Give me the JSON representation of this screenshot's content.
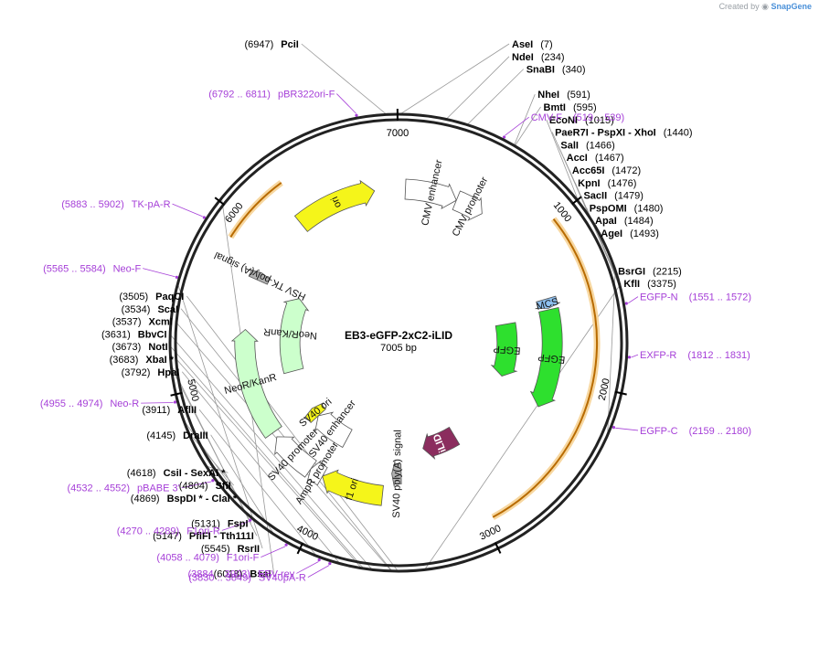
{
  "credit": {
    "prefix": "Created by",
    "brand": "SnapGene"
  },
  "plasmid": {
    "name": "EB3-eGFP-2xC2-iLID",
    "length_label": "7005 bp",
    "length": 7005
  },
  "ticks": [
    {
      "pos": 1000,
      "label": "1000"
    },
    {
      "pos": 2000,
      "label": "2000"
    },
    {
      "pos": 3000,
      "label": "3000"
    },
    {
      "pos": 4000,
      "label": "4000"
    },
    {
      "pos": 5000,
      "label": "5000"
    },
    {
      "pos": 6000,
      "label": "6000"
    },
    {
      "pos": 7000,
      "label": "7000"
    }
  ],
  "enzymes": [
    {
      "name": "PciI",
      "pos": "(6947)",
      "p": 6947,
      "side": "left",
      "row": 0
    },
    {
      "name": "AseI",
      "pos": "(7)",
      "p": 7,
      "side": "right",
      "row": 0
    },
    {
      "name": "NdeI",
      "pos": "(234)",
      "p": 234,
      "side": "right",
      "row": 1
    },
    {
      "name": "SnaBI",
      "pos": "(340)",
      "p": 340,
      "side": "right",
      "row": 2
    },
    {
      "name": "NheI",
      "pos": "(591)",
      "p": 591,
      "side": "right",
      "row": 4
    },
    {
      "name": "BmtI",
      "pos": "(595)",
      "p": 595,
      "side": "right",
      "row": 5
    },
    {
      "name": "EcoNI",
      "pos": "(1015)",
      "p": 1015,
      "side": "right",
      "row": 6
    },
    {
      "name": "PaeR7I  - PspXI  - XhoI",
      "pos": "(1440)",
      "p": 1440,
      "side": "right",
      "row": 7
    },
    {
      "name": "SalI",
      "pos": "(1466)",
      "p": 1466,
      "side": "right",
      "row": 8
    },
    {
      "name": "AccI",
      "pos": "(1467)",
      "p": 1467,
      "side": "right",
      "row": 9
    },
    {
      "name": "Acc65I",
      "pos": "(1472)",
      "p": 1472,
      "side": "right",
      "row": 10
    },
    {
      "name": "KpnI",
      "pos": "(1476)",
      "p": 1476,
      "side": "right",
      "row": 11
    },
    {
      "name": "SacII",
      "pos": "(1479)",
      "p": 1479,
      "side": "right",
      "row": 12
    },
    {
      "name": "PspOMI",
      "pos": "(1480)",
      "p": 1480,
      "side": "right",
      "row": 13
    },
    {
      "name": "ApaI",
      "pos": "(1484)",
      "p": 1484,
      "side": "right",
      "row": 14
    },
    {
      "name": "AgeI",
      "pos": "(1493)",
      "p": 1493,
      "side": "right",
      "row": 15
    },
    {
      "name": "BsrGI",
      "pos": "(2215)",
      "p": 2215,
      "side": "right",
      "row": 18
    },
    {
      "name": "KflI",
      "pos": "(3375)",
      "p": 3375,
      "side": "right",
      "row": 19
    },
    {
      "name": "PaqCI",
      "pos": "(3505)",
      "p": 3505,
      "side": "left",
      "row": 20
    },
    {
      "name": "ScaI",
      "pos": "(3534)",
      "p": 3534,
      "side": "left",
      "row": 21
    },
    {
      "name": "XcmI",
      "pos": "(3537)",
      "p": 3537,
      "side": "left",
      "row": 22
    },
    {
      "name": "BbvCI",
      "pos": "(3631)",
      "p": 3631,
      "side": "left",
      "row": 23
    },
    {
      "name": "NotI",
      "pos": "(3673)",
      "p": 3673,
      "side": "left",
      "row": 24
    },
    {
      "name": "XbaI *",
      "pos": "(3683)",
      "p": 3683,
      "side": "left",
      "row": 25
    },
    {
      "name": "HpaI",
      "pos": "(3792)",
      "p": 3792,
      "side": "left",
      "row": 26
    },
    {
      "name": "AflII",
      "pos": "(3911)",
      "p": 3911,
      "side": "left",
      "row": 29
    },
    {
      "name": "DraIII",
      "pos": "(4145)",
      "p": 4145,
      "side": "left",
      "row": 31
    },
    {
      "name": "CsiI  - SexAI *",
      "pos": "(4618)",
      "p": 4618,
      "side": "left",
      "row": 34
    },
    {
      "name": "SfiI",
      "pos": "(4804)",
      "p": 4804,
      "side": "left",
      "row": 35
    },
    {
      "name": "BspDI *  - ClaI *",
      "pos": "(4869)",
      "p": 4869,
      "side": "left",
      "row": 36
    },
    {
      "name": "FspI",
      "pos": "(5131)",
      "p": 5131,
      "side": "left",
      "row": 38
    },
    {
      "name": "PflFI  - Tth111I",
      "pos": "(5147)",
      "p": 5147,
      "side": "left",
      "row": 39
    },
    {
      "name": "RsrII",
      "pos": "(5545)",
      "p": 5545,
      "side": "left",
      "row": 40
    },
    {
      "name": "BsaI",
      "pos": "(6018)",
      "p": 6018,
      "side": "left",
      "row": 42
    }
  ],
  "primers": [
    {
      "name": "pBR322ori-F",
      "range": "(6792 .. 6811)",
      "p": 6801,
      "side": "left"
    },
    {
      "name": "CMV-F",
      "range": "(519 .. 539)",
      "p": 529,
      "side": "right"
    },
    {
      "name": "EGFP-N",
      "range": "(1551 .. 1572)",
      "p": 1561,
      "side": "right"
    },
    {
      "name": "EXFP-R",
      "range": "(1812 .. 1831)",
      "p": 1821,
      "side": "right"
    },
    {
      "name": "EGFP-C",
      "range": "(2159 .. 2180)",
      "p": 2169,
      "side": "right"
    },
    {
      "name": "EBV-rev",
      "range": "(3884 .. 3903)",
      "p": 3893,
      "side": "left"
    },
    {
      "name": "SV40pA-R",
      "range": "(3830 .. 3849)",
      "p": 3839,
      "side": "left"
    },
    {
      "name": "F1ori-F",
      "range": "(4058 .. 4079)",
      "p": 4068,
      "side": "left"
    },
    {
      "name": "F1ori-R",
      "range": "(4270 .. 4289)",
      "p": 4279,
      "side": "left"
    },
    {
      "name": "pBABE 3'",
      "range": "(4532 .. 4552)",
      "p": 4542,
      "side": "left"
    },
    {
      "name": "Neo-R",
      "range": "(4955 .. 4974)",
      "p": 4964,
      "side": "left"
    },
    {
      "name": "Neo-F",
      "range": "(5565 .. 5584)",
      "p": 5574,
      "side": "left"
    },
    {
      "name": "TK-pA-R",
      "range": "(5883 .. 5902)",
      "p": 5892,
      "side": "left"
    }
  ],
  "features": [
    {
      "name": "ori",
      "start": 6240,
      "end": 6830,
      "color": "#f5f51a",
      "ring": 0.6
    },
    {
      "name": "CMV enhancer",
      "start": 50,
      "end": 430,
      "color": "#ffffff",
      "ring": 0.6
    },
    {
      "name": "CMV promoter",
      "start": 430,
      "end": 640,
      "color": "#ffffff",
      "ring": 0.6
    },
    {
      "name": "MCS",
      "start": 1430,
      "end": 1500,
      "color": "#8ec0f0",
      "ring": 0.6
    },
    {
      "name": "EGFP",
      "start": 1510,
      "end": 2230,
      "color": "#2ee02e",
      "ring": 0.6
    },
    {
      "name": "EGFP",
      "start": 1560,
      "end": 2100,
      "color": "#2ee02e",
      "ring": 0.4
    },
    {
      "name": "iLID",
      "start": 2900,
      "end": 3250,
      "color": "#8b2d5e",
      "ring": 0.4
    },
    {
      "name": "SV40 poly(A) signal",
      "start": 3480,
      "end": 3560,
      "color": "#b0b0b0",
      "ring": 0.5
    },
    {
      "name": "f1 ori",
      "start": 3620,
      "end": 4080,
      "color": "#f5f51a",
      "ring": 0.6
    },
    {
      "name": "AmpR promoter",
      "start": 4080,
      "end": 4180,
      "color": "#ffffff",
      "ring": 0.6
    },
    {
      "name": "SV40 promoter",
      "start": 4180,
      "end": 4520,
      "color": "#ffffff",
      "ring": 0.6
    },
    {
      "name": "SV40 ori",
      "start": 4430,
      "end": 4530,
      "color": "#f5f51a",
      "ring": 0.4
    },
    {
      "name": "SV40 enhancer",
      "start": 4050,
      "end": 4430,
      "color": "#ffffff",
      "ring": 0.4
    },
    {
      "name": "NeoR/KanR",
      "start": 4560,
      "end": 5350,
      "color": "#ccffcc",
      "ring": 0.6
    },
    {
      "name": "NeoR/KanR",
      "start": 4960,
      "end": 5720,
      "color": "#ccffcc",
      "ring": 0.4
    },
    {
      "name": "HSV TK poly(A) signal",
      "start": 5720,
      "end": 5780,
      "color": "#b0b0b0",
      "ring": 0.6
    }
  ],
  "orfs": [
    {
      "start": 1000,
      "end": 2950,
      "ring": 0.86
    },
    {
      "start": 5880,
      "end": 6300,
      "ring": 0.86
    }
  ]
}
